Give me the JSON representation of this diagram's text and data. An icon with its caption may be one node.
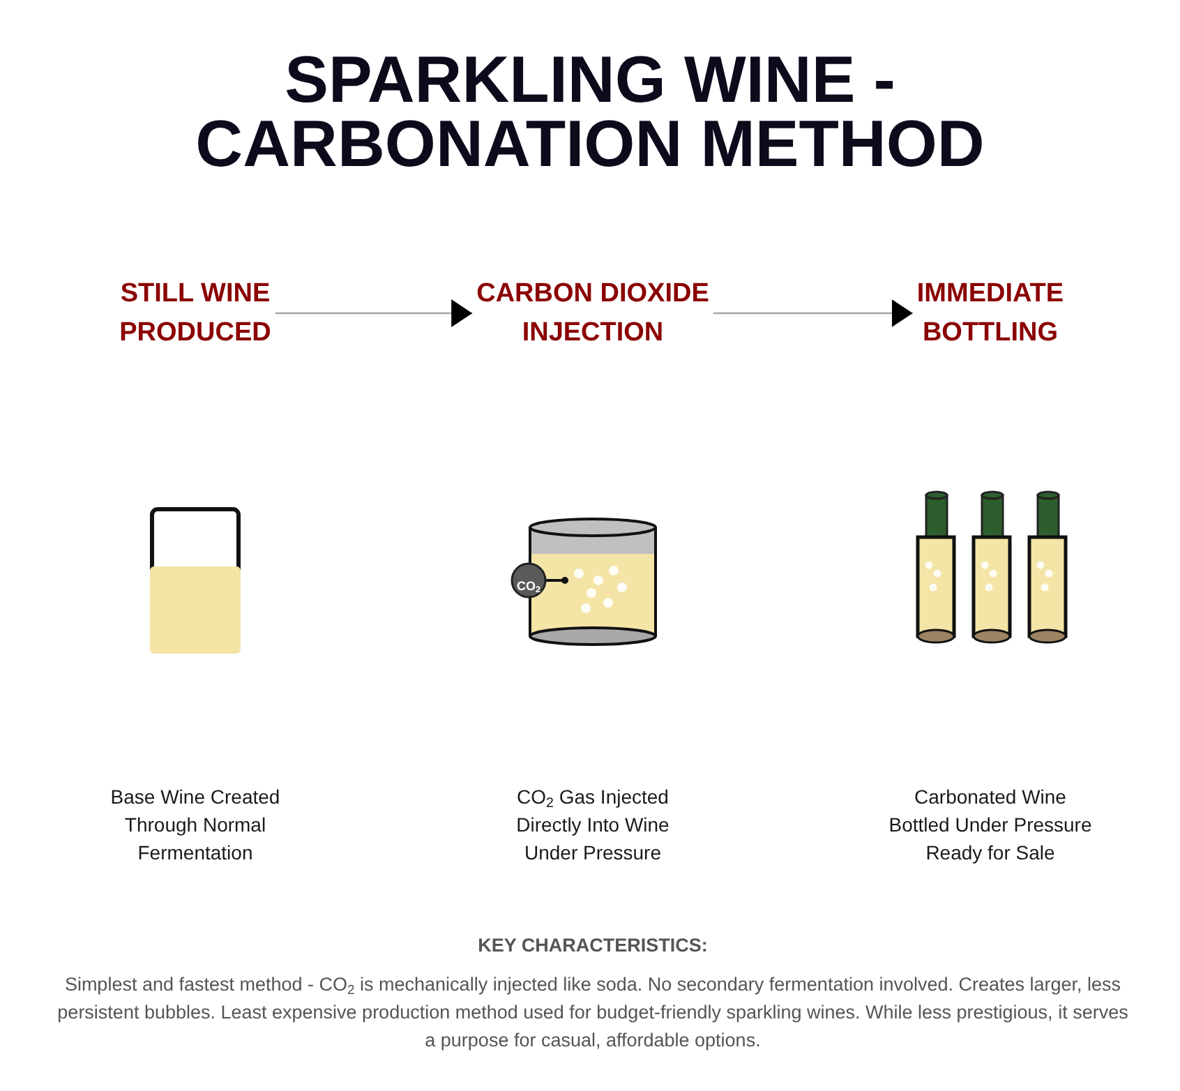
{
  "diagram": {
    "title": "SPARKLING WINE - CARBONATION METHOD",
    "nodes": [
      {
        "text": [
          "STILL WINE PRODUCED",
          "Base Wine Created Through Normal Fermentation"
        ]
      },
      {
        "text": [
          "CARBON DIOXIDE INJECTION",
          "CO$_{2}$ Gas Injected Directly Into Wine Under Pressure"
        ]
      },
      {
        "text": [
          "IMMEDIATE BOTTLING",
          "Carbonated Wine Bottled Under Pressure Ready for Sale"
        ]
      }
    ],
    "edges": [
      {
        "from": 0,
        "to": 1,
        "arrow": "to"
      },
      {
        "from": 1,
        "to": 2,
        "arrow": "to"
      }
    ],
    "labels": [
      "CO$_{2}$",
      "KEY CHARACTERISTICS:",
      "Simplest and fastest method - CO$_{2}$ is mechanically injected like soda. No secondary fermentation involved. Creates larger, less persistent bubbles. Least expensive production method used for budget-friendly sparkling wines. While less prestigious, it serves a purpose for casual, affordable options."
    ]
  }
}
